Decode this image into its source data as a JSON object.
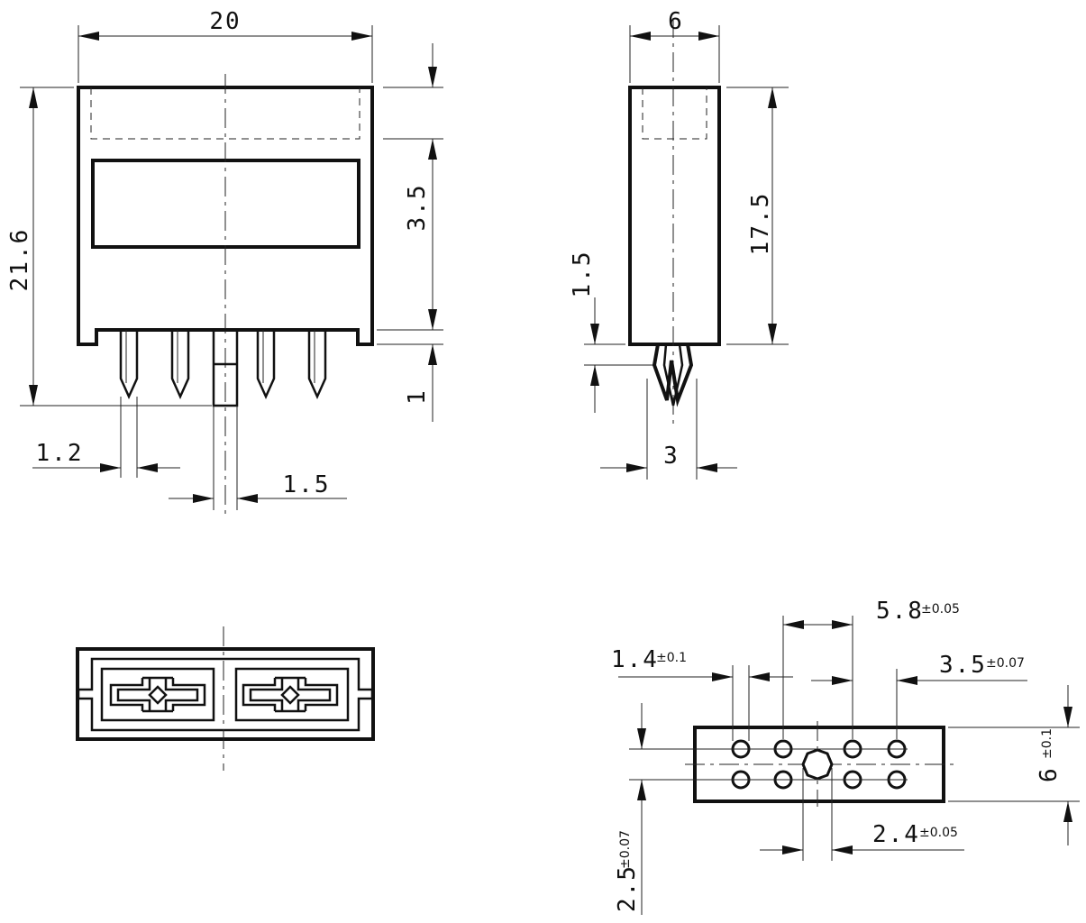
{
  "front_view": {
    "width": "20",
    "height": "21.6",
    "window_offset": "3.5",
    "pin_length": "1",
    "pin_width": "1.2",
    "key_width": "1.5"
  },
  "side_view": {
    "width": "6",
    "body_height": "17.5",
    "pin_offset": "1.5",
    "pin_span": "3"
  },
  "pcb_layout": {
    "pitch_main": "5.8",
    "pitch_main_tol": "±0.05",
    "hole_dia": "1.4",
    "hole_dia_tol": "±0.1",
    "pitch_outer": "3.5",
    "pitch_outer_tol": "±0.07",
    "height": "6",
    "height_tol": "±0.1",
    "center_hole": "2.4",
    "center_hole_tol": "±0.05",
    "row_pitch": "2.5",
    "row_pitch_tol": "±0.07"
  }
}
